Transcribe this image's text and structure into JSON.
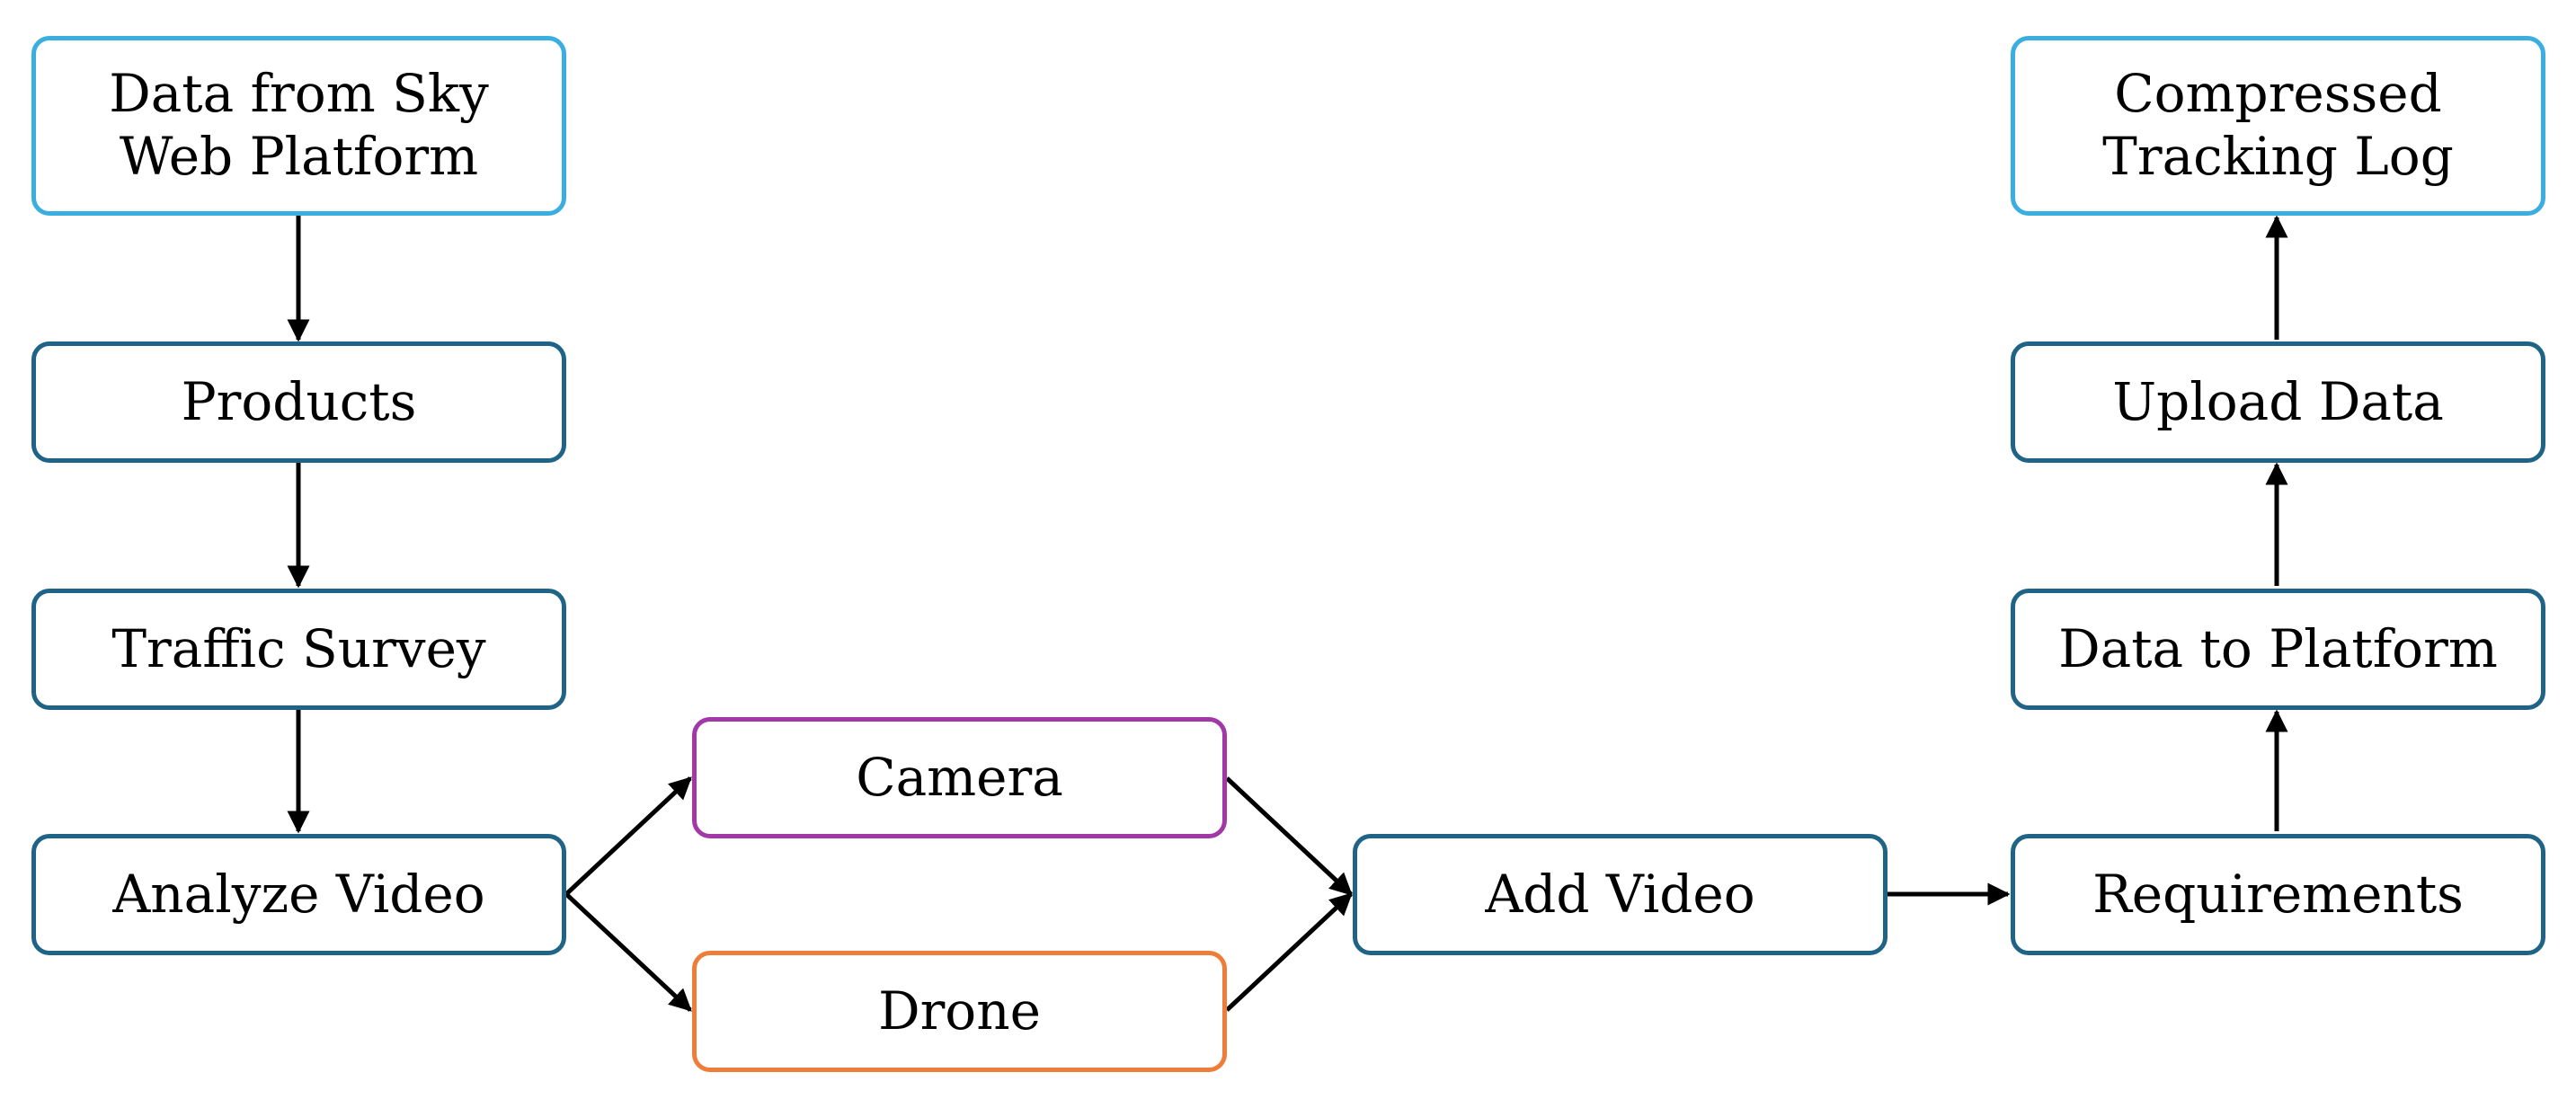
{
  "nodes": {
    "data_from_sky": {
      "line1": "Data from Sky",
      "line2": "Web Platform"
    },
    "products": "Products",
    "traffic_survey": "Traffic Survey",
    "analyze_video": "Analyze Video",
    "camera": "Camera",
    "drone": "Drone",
    "add_video": "Add Video",
    "requirements": "Requirements",
    "data_to_platform": "Data to Platform",
    "upload_data": "Upload Data",
    "compressed_log": {
      "line1": "Compressed",
      "line2": "Tracking Log"
    }
  },
  "colors": {
    "default_border": "#1f6487",
    "endpoint_border": "#3aaee0",
    "camera_border": "#a238a8",
    "drone_border": "#ef7d3a",
    "arrow": "#000000"
  }
}
